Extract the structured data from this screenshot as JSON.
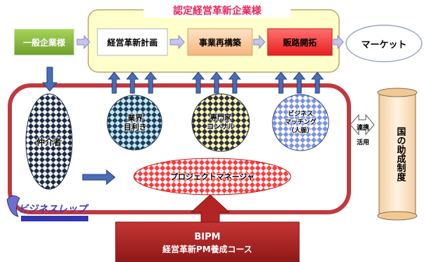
{
  "diagram": {
    "title": "認定経営革新企業様",
    "nodes": {
      "general_company": "一般企業様",
      "business_plan": "経営革新計画",
      "restructuring": "事業再構築",
      "sales_channel": "販路開拓",
      "market": "マーケット",
      "intermediary": "仲介者",
      "industry_expert": [
        "業界",
        "目利き"
      ],
      "consultant": [
        "専門家",
        "コンサル"
      ],
      "matching": [
        "ビジネス",
        "マッチング",
        "（人脈）"
      ],
      "project_manager": "プロジェクトマネージャ",
      "cooperation": [
        "連携",
        "活用"
      ],
      "grant_system": "国の助成制度"
    },
    "bottom_banner": {
      "line1": "BIPM",
      "line2": "経営革新PM養成コース"
    },
    "logo": "ビジネスレップ"
  },
  "colors": {
    "title_text": "#e8265e",
    "general_company_fill": "#8cbf40",
    "enterprise_panel_fill": "#ffffcc",
    "plan_fill": "#ffffff",
    "restructure_fill": "#fbc9a0",
    "sales_fill": "#ff2a2a",
    "frame_border": "#c0393f",
    "arrow_blue": "#4a6db5",
    "bipm_fill": "#b32525",
    "grant_scroll_fill": "#f5ddbb"
  }
}
